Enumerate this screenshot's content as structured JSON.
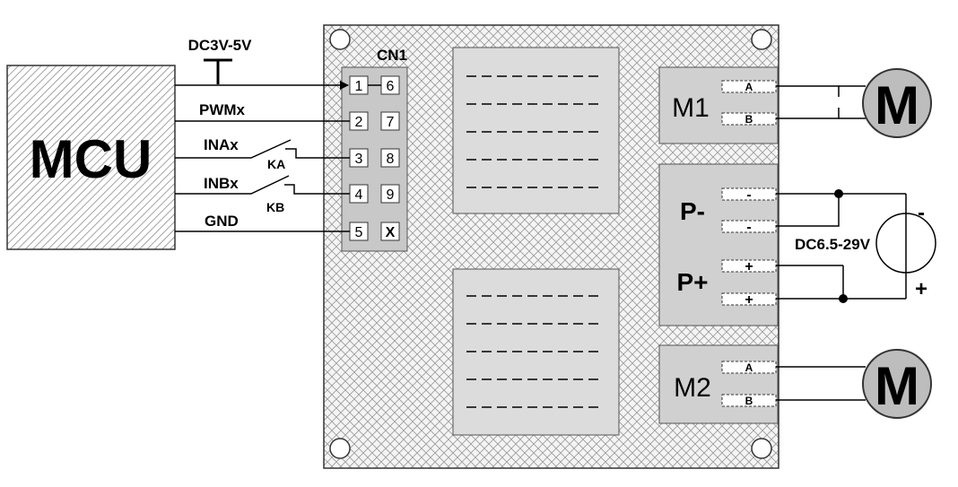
{
  "mcu": {
    "label": "MCU"
  },
  "supply_logic": "DC3V-5V",
  "connector": {
    "label": "CN1",
    "left_pins": [
      "1",
      "2",
      "3",
      "4",
      "5"
    ],
    "right_pins": [
      "6",
      "7",
      "8",
      "9",
      "X"
    ]
  },
  "signals": [
    "PWMx",
    "INAx",
    "INBx",
    "GND"
  ],
  "switches": [
    "KA",
    "KB"
  ],
  "motor1": {
    "port": "M1",
    "terminals": [
      "A",
      "B"
    ],
    "symbol": "M"
  },
  "motor2": {
    "port": "M2",
    "terminals": [
      "A",
      "B"
    ],
    "symbol": "M"
  },
  "power": {
    "neg_label": "P-",
    "pos_label": "P+",
    "terminals": [
      "-",
      "-",
      "+",
      "+"
    ],
    "source_label": "DC6.5-29V",
    "minus": "-",
    "plus": "+"
  }
}
